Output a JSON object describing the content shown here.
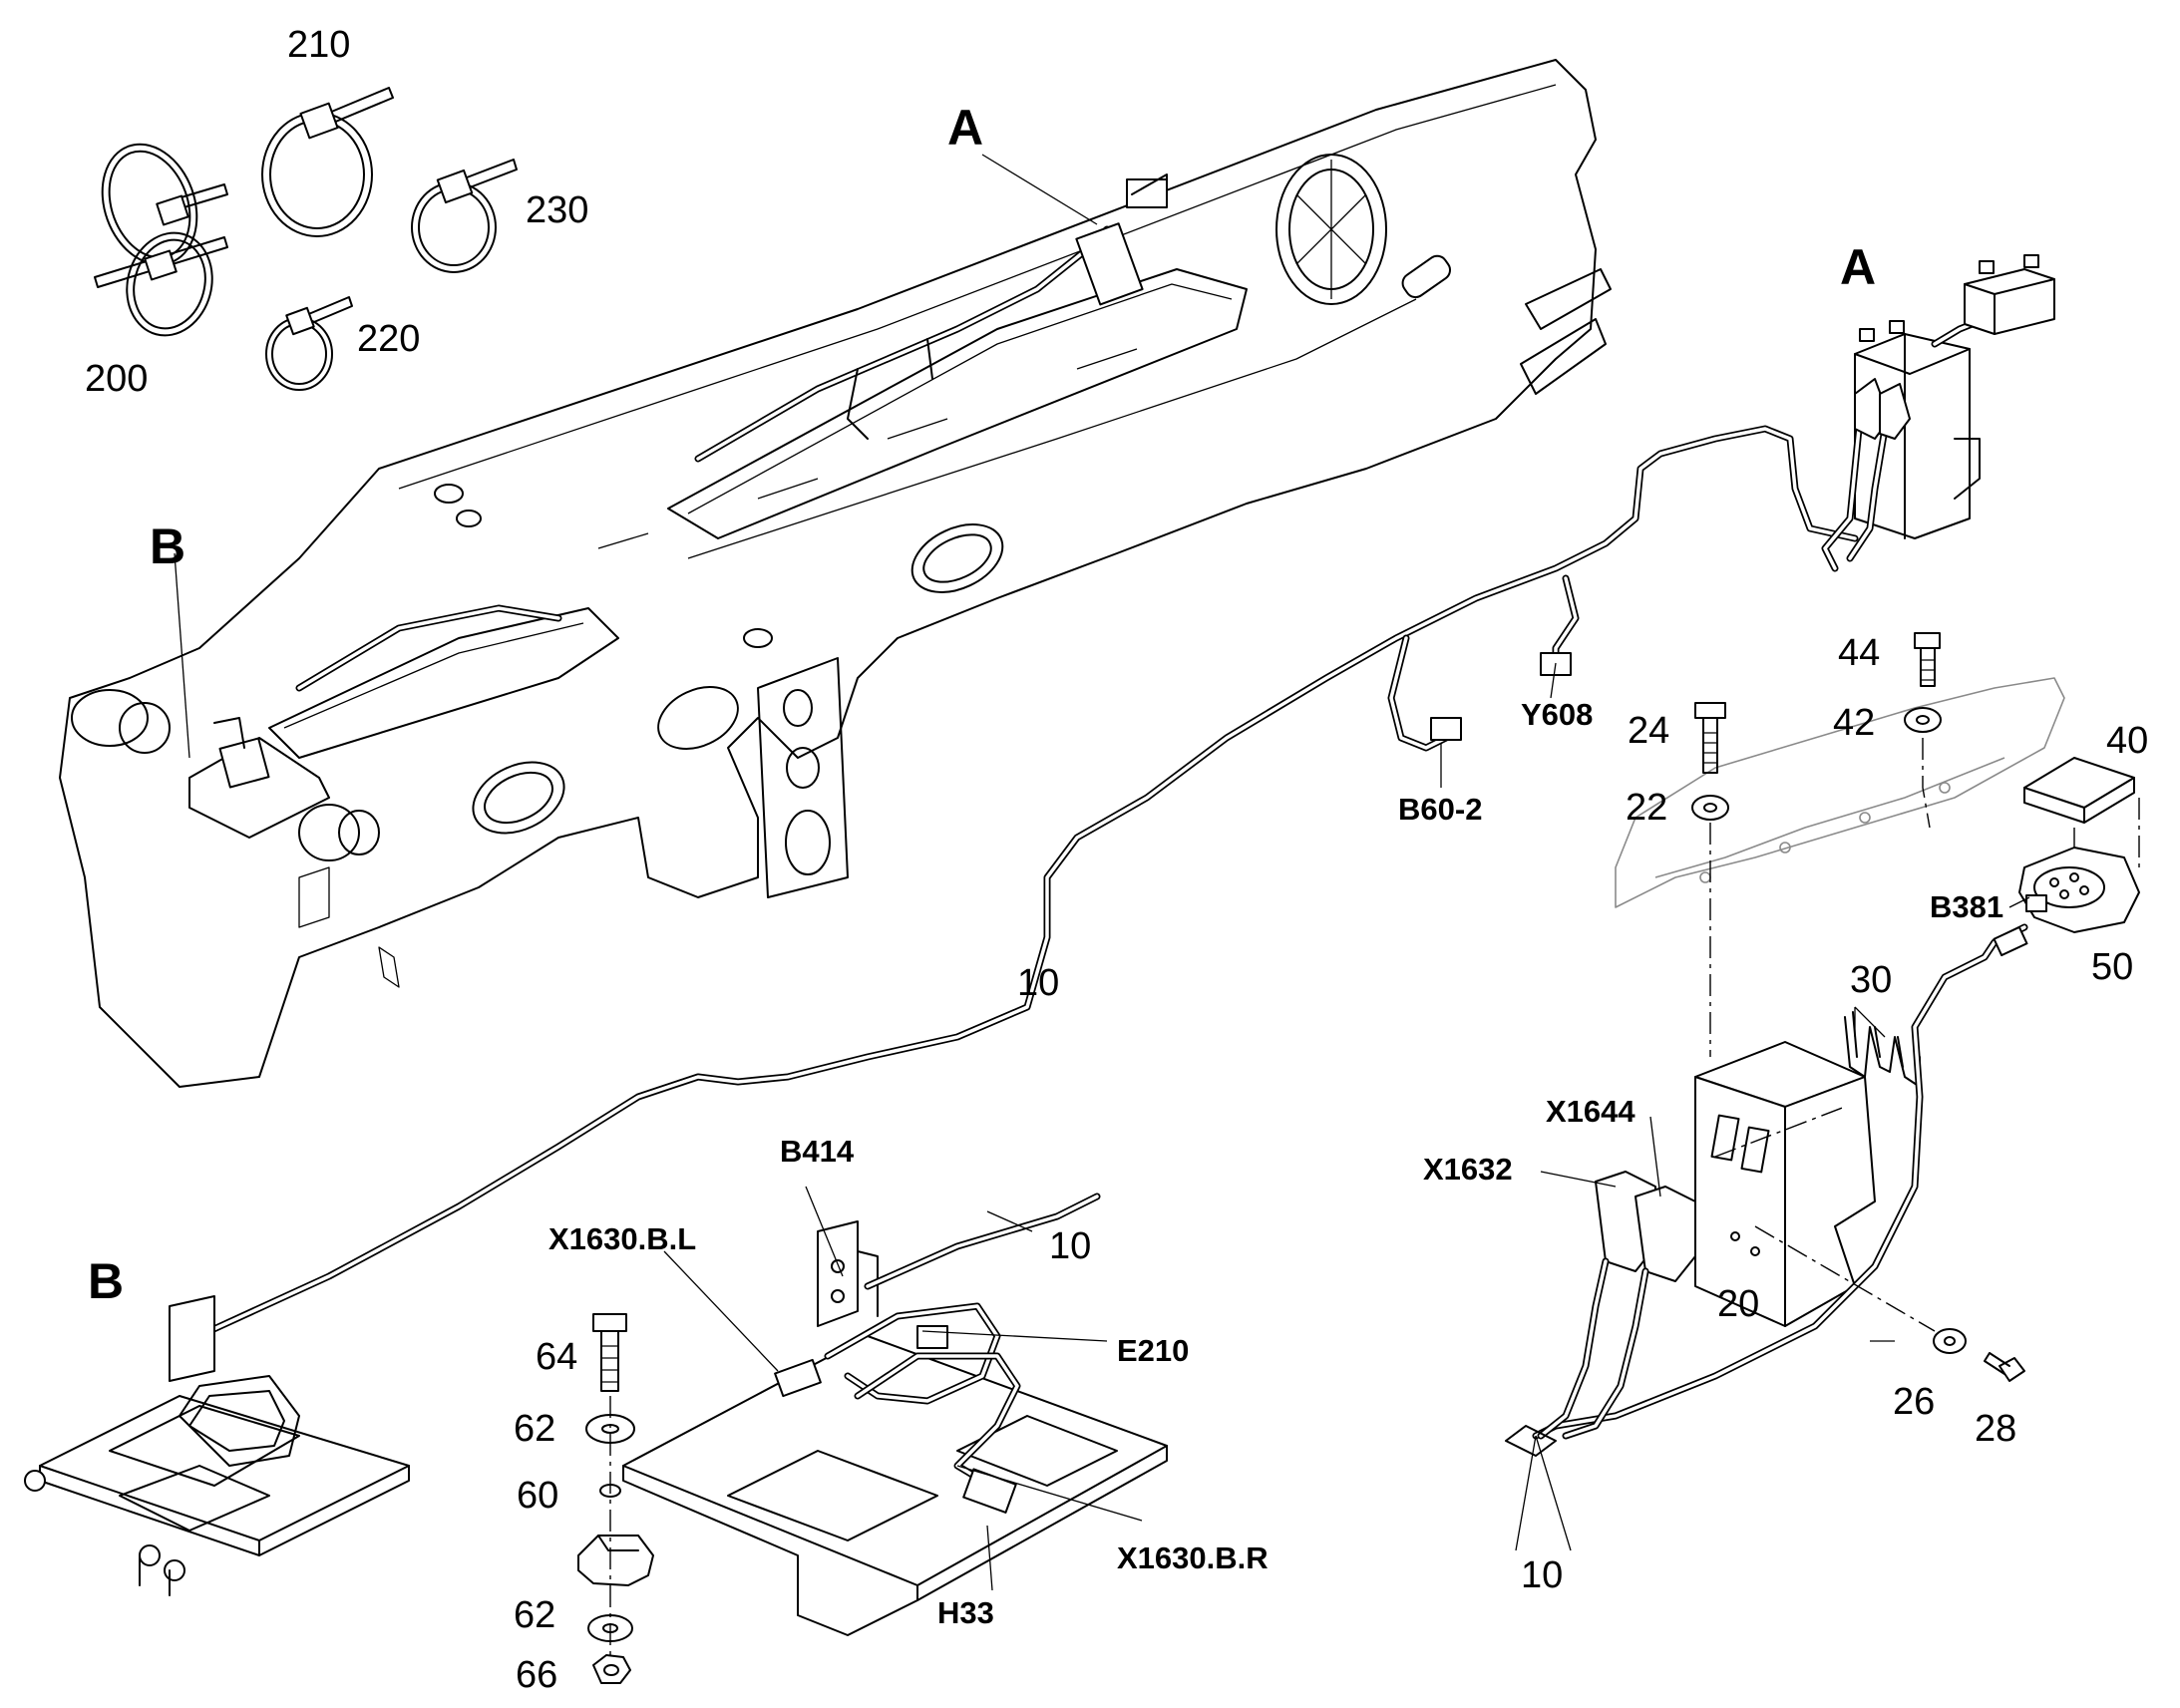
{
  "views": {
    "detail_a_top": "A",
    "detail_a_right": "A",
    "detail_b_left": "B",
    "detail_b_bottom": "B"
  },
  "callouts": {
    "c200": "200",
    "c210": "210",
    "c220": "220",
    "c230": "230",
    "c10_mid": "10",
    "c10_b": "10",
    "c10_right": "10",
    "c20": "20",
    "c22": "22",
    "c24": "24",
    "c26": "26",
    "c28": "28",
    "c30": "30",
    "c40": "40",
    "c42": "42",
    "c44": "44",
    "c50": "50",
    "c60": "60",
    "c62a": "62",
    "c62b": "62",
    "c64": "64",
    "c66": "66"
  },
  "codes": {
    "y608": "Y608",
    "b60_2": "B60-2",
    "b381": "B381",
    "x1644": "X1644",
    "x1632": "X1632",
    "b414": "B414",
    "x1630_bl": "X1630.B.L",
    "e210": "E210",
    "x1630_br": "X1630.B.R",
    "h33": "H33"
  }
}
